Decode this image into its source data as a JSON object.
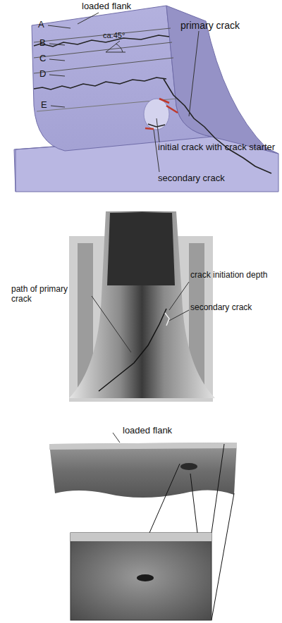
{
  "diagram": {
    "labels": [
      "loaded flank",
      "A",
      "B",
      "C",
      "D",
      "E",
      "ca.45°",
      "primary crack",
      "initial crack with crack starter",
      "secondary crack",
      "path of primary crack",
      "crack initiation depth",
      "secondary crack",
      "loaded flank"
    ]
  }
}
